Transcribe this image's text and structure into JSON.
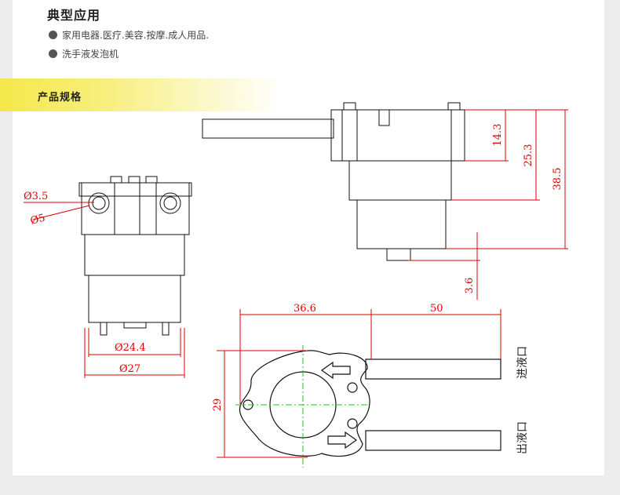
{
  "applications": {
    "title": "典型应用",
    "items": [
      "家用电器.医疗.美容.按摩.成人用品.",
      "洗手液发泡机"
    ]
  },
  "specs": {
    "title": "产品规格",
    "front_view": {
      "hole_diameter": "Ø3.5",
      "port_diameter": "Ø5",
      "width_inner": "Ø24.4",
      "width_outer": "Ø27"
    },
    "side_view": {
      "dim_top": "14.3",
      "dim_mid": "25.3",
      "dim_total": "38.5",
      "dim_shaft": "3.6"
    },
    "bottom_view": {
      "dim_body": "36.6",
      "dim_tube": "50",
      "dim_height": "29",
      "inlet_label": "进液口",
      "outlet_label": "出液口"
    }
  }
}
